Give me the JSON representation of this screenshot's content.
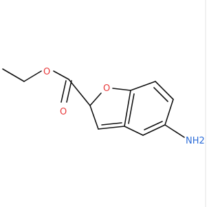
{
  "molecule": {
    "atoms": {
      "ring_oxygen": "O",
      "carbonyl_oxygen": "O",
      "ester_oxygen": "O",
      "amine": "NH2"
    },
    "colors": {
      "bond": "#111111",
      "oxygen": "#e8393a",
      "nitrogen": "#2b6cd8",
      "background": "#ffffff"
    }
  }
}
